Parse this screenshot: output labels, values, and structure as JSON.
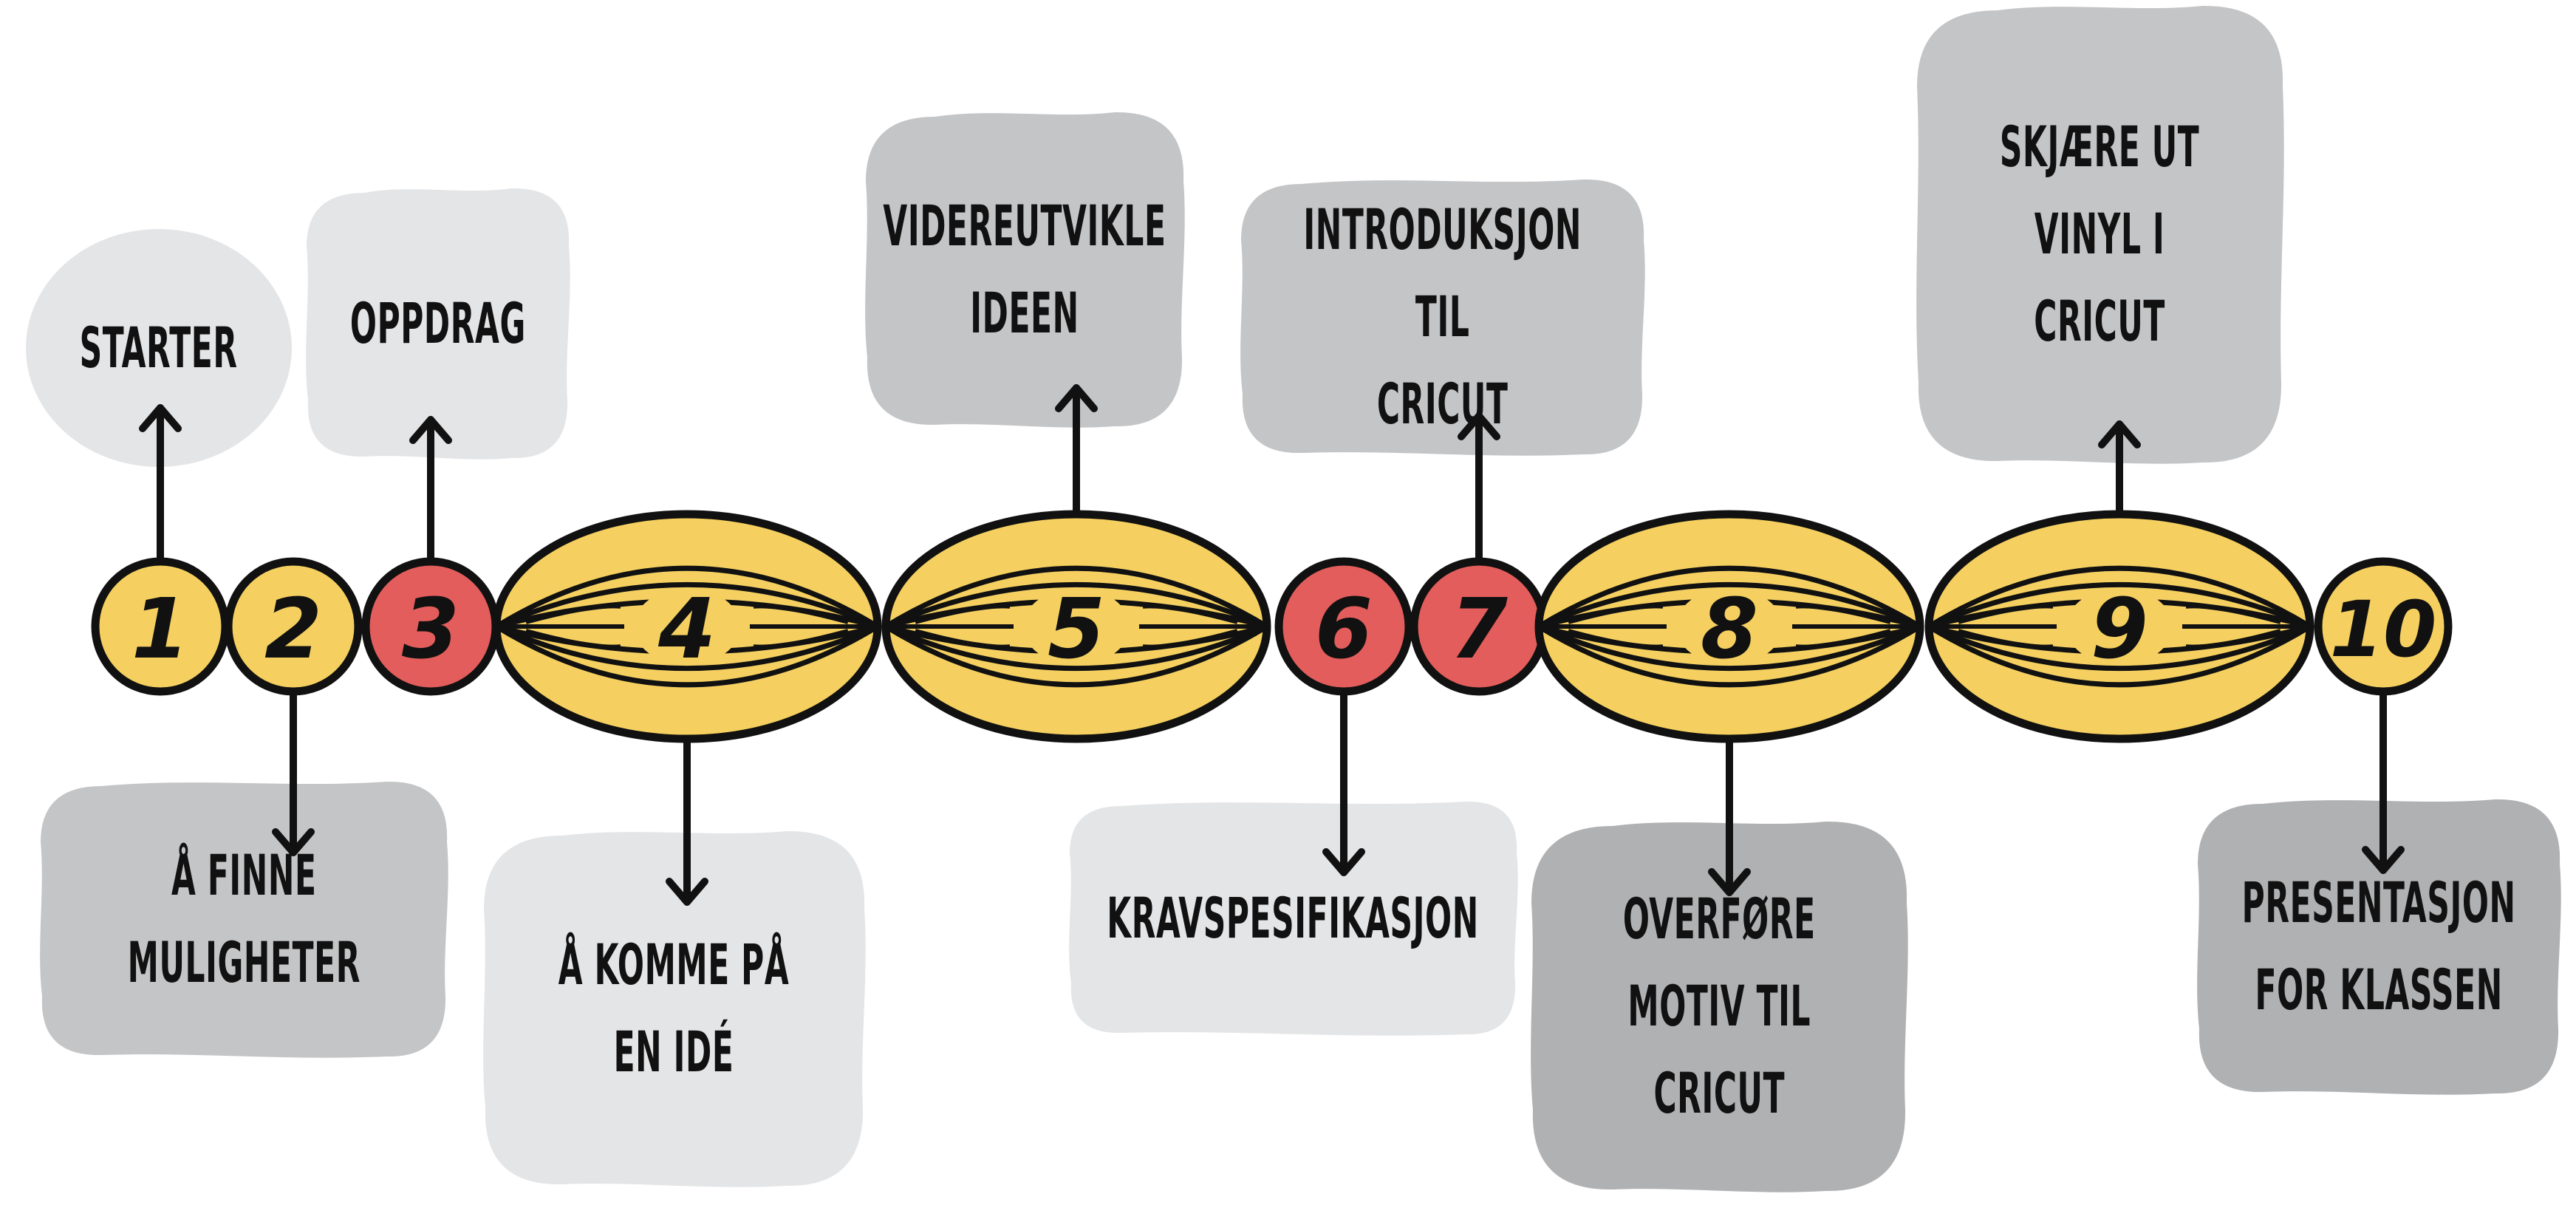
{
  "colors": {
    "yellow": "#f5d060",
    "red": "#e25d5b",
    "outline": "#111111",
    "box_light": "#e4e5e7",
    "box_mid": "#c4c5c7",
    "box_dark": "#b0b1b3"
  },
  "steps": [
    {
      "number": "1",
      "shape": "circle",
      "color": "yellow",
      "label": [
        "Starter"
      ],
      "position": "above",
      "box_tone": "light"
    },
    {
      "number": "2",
      "shape": "circle",
      "color": "yellow",
      "label": [
        "Å finne",
        "muligheter"
      ],
      "position": "below",
      "box_tone": "mid"
    },
    {
      "number": "3",
      "shape": "circle",
      "color": "red",
      "label": [
        "Oppdrag"
      ],
      "position": "above",
      "box_tone": "light"
    },
    {
      "number": "4",
      "shape": "lens",
      "color": "yellow",
      "label": [
        "Å komme på",
        "en idé"
      ],
      "position": "below",
      "box_tone": "light"
    },
    {
      "number": "5",
      "shape": "lens",
      "color": "yellow",
      "label": [
        "Videreutvikle",
        "ideen"
      ],
      "position": "above",
      "box_tone": "mid"
    },
    {
      "number": "6",
      "shape": "circle",
      "color": "red",
      "label": [
        "Kravspesifikasjon"
      ],
      "position": "below",
      "box_tone": "light"
    },
    {
      "number": "7",
      "shape": "circle",
      "color": "red",
      "label": [
        "Introduksjon til",
        "Cricut"
      ],
      "position": "above",
      "box_tone": "mid"
    },
    {
      "number": "8",
      "shape": "lens",
      "color": "yellow",
      "label": [
        "Overføre",
        "motiv til",
        "Cricut"
      ],
      "position": "below",
      "box_tone": "dark"
    },
    {
      "number": "9",
      "shape": "lens",
      "color": "yellow",
      "label": [
        "Skjære ut",
        "vinyl i",
        "Cricut"
      ],
      "position": "above",
      "box_tone": "mid"
    },
    {
      "number": "10",
      "shape": "circle",
      "color": "yellow",
      "label": [
        "Presentasjon",
        "for klassen"
      ],
      "position": "below",
      "box_tone": "dark"
    }
  ]
}
